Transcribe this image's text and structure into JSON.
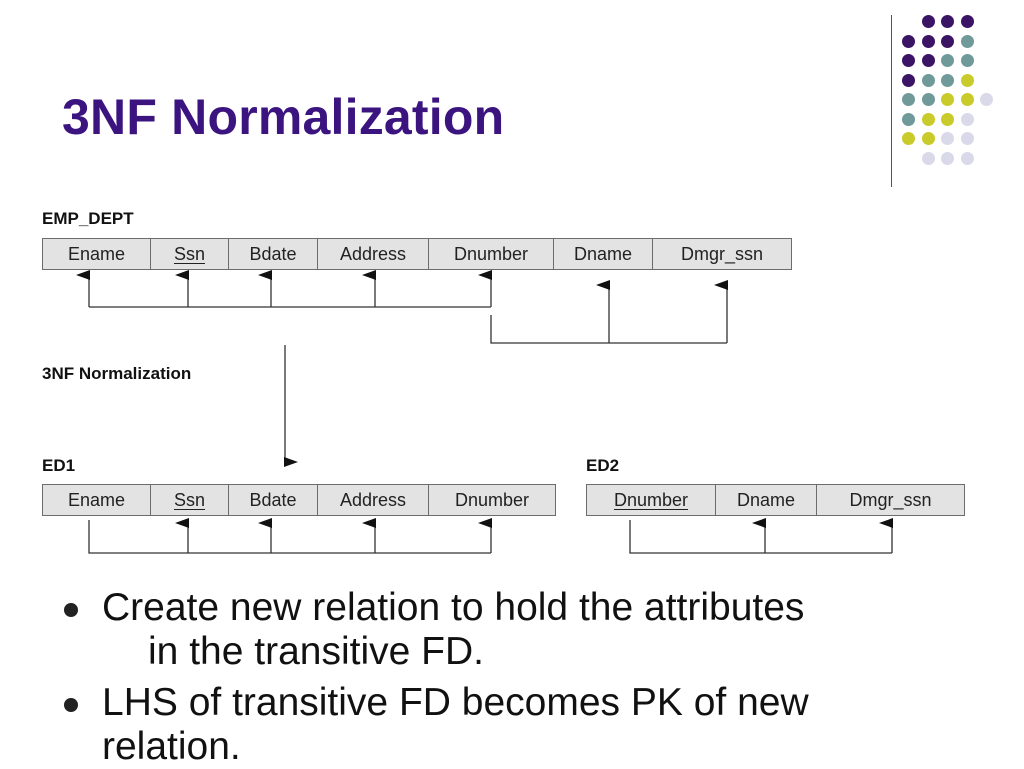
{
  "slide": {
    "title": "3NF Normalization",
    "step_label": "3NF Normalization",
    "palette": {
      "purple": "#3b1466",
      "teal": "#6f9a99",
      "lime": "#c9cb2a",
      "lavender": "#d9d9ea"
    }
  },
  "relations": {
    "emp_dept": {
      "name": "EMP_DEPT",
      "attributes": [
        {
          "label": "Ename",
          "pk": false
        },
        {
          "label": "Ssn",
          "pk": true
        },
        {
          "label": "Bdate",
          "pk": false
        },
        {
          "label": "Address",
          "pk": false
        },
        {
          "label": "Dnumber",
          "pk": false
        },
        {
          "label": "Dname",
          "pk": false
        },
        {
          "label": "Dmgr_ssn",
          "pk": false
        }
      ]
    },
    "ed1": {
      "name": "ED1",
      "attributes": [
        {
          "label": "Ename",
          "pk": false
        },
        {
          "label": "Ssn",
          "pk": true
        },
        {
          "label": "Bdate",
          "pk": false
        },
        {
          "label": "Address",
          "pk": false
        },
        {
          "label": "Dnumber",
          "pk": false
        }
      ]
    },
    "ed2": {
      "name": "ED2",
      "attributes": [
        {
          "label": "Dnumber",
          "pk": true
        },
        {
          "label": "Dname",
          "pk": false
        },
        {
          "label": "Dmgr_ssn",
          "pk": false
        }
      ]
    }
  },
  "bullets": [
    {
      "line1": "Create new relation to hold the attributes",
      "line2": "in the transitive FD."
    },
    {
      "line1": "LHS of transitive FD becomes PK of new",
      "line2": "relation."
    }
  ]
}
